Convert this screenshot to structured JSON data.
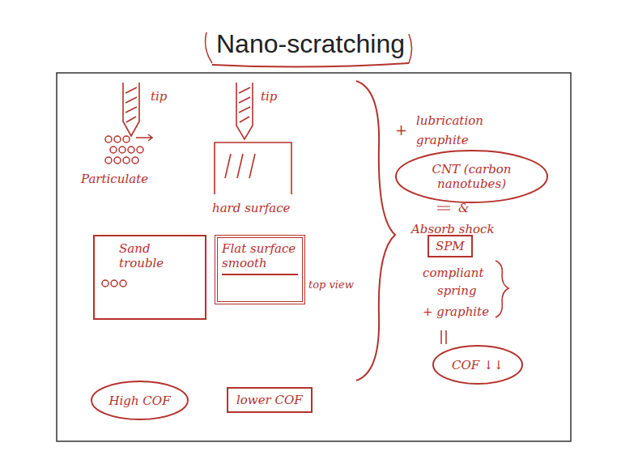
{
  "diagram": {
    "title": "Nano-scratching",
    "nodes": [
      {
        "text": [
          "Sand trouble"
        ]
      },
      {
        "text": [
          "Flat surface smooth"
        ]
      },
      {
        "text": [
          "High COF"
        ]
      },
      {
        "text": [
          "lower COF"
        ]
      },
      {
        "text": [
          "CNT (carbon nanotubes)"
        ]
      },
      {
        "text": [
          "SPM"
        ]
      },
      {
        "text": [
          "COF ↓↓"
        ]
      }
    ],
    "labels": [
      "tip",
      "tip",
      "Particulate",
      "hard surface",
      "top view",
      "+",
      "lubrication",
      "graphite",
      "&",
      "Absorb shock",
      "compliant",
      "spring",
      "+ graphite"
    ]
  }
}
